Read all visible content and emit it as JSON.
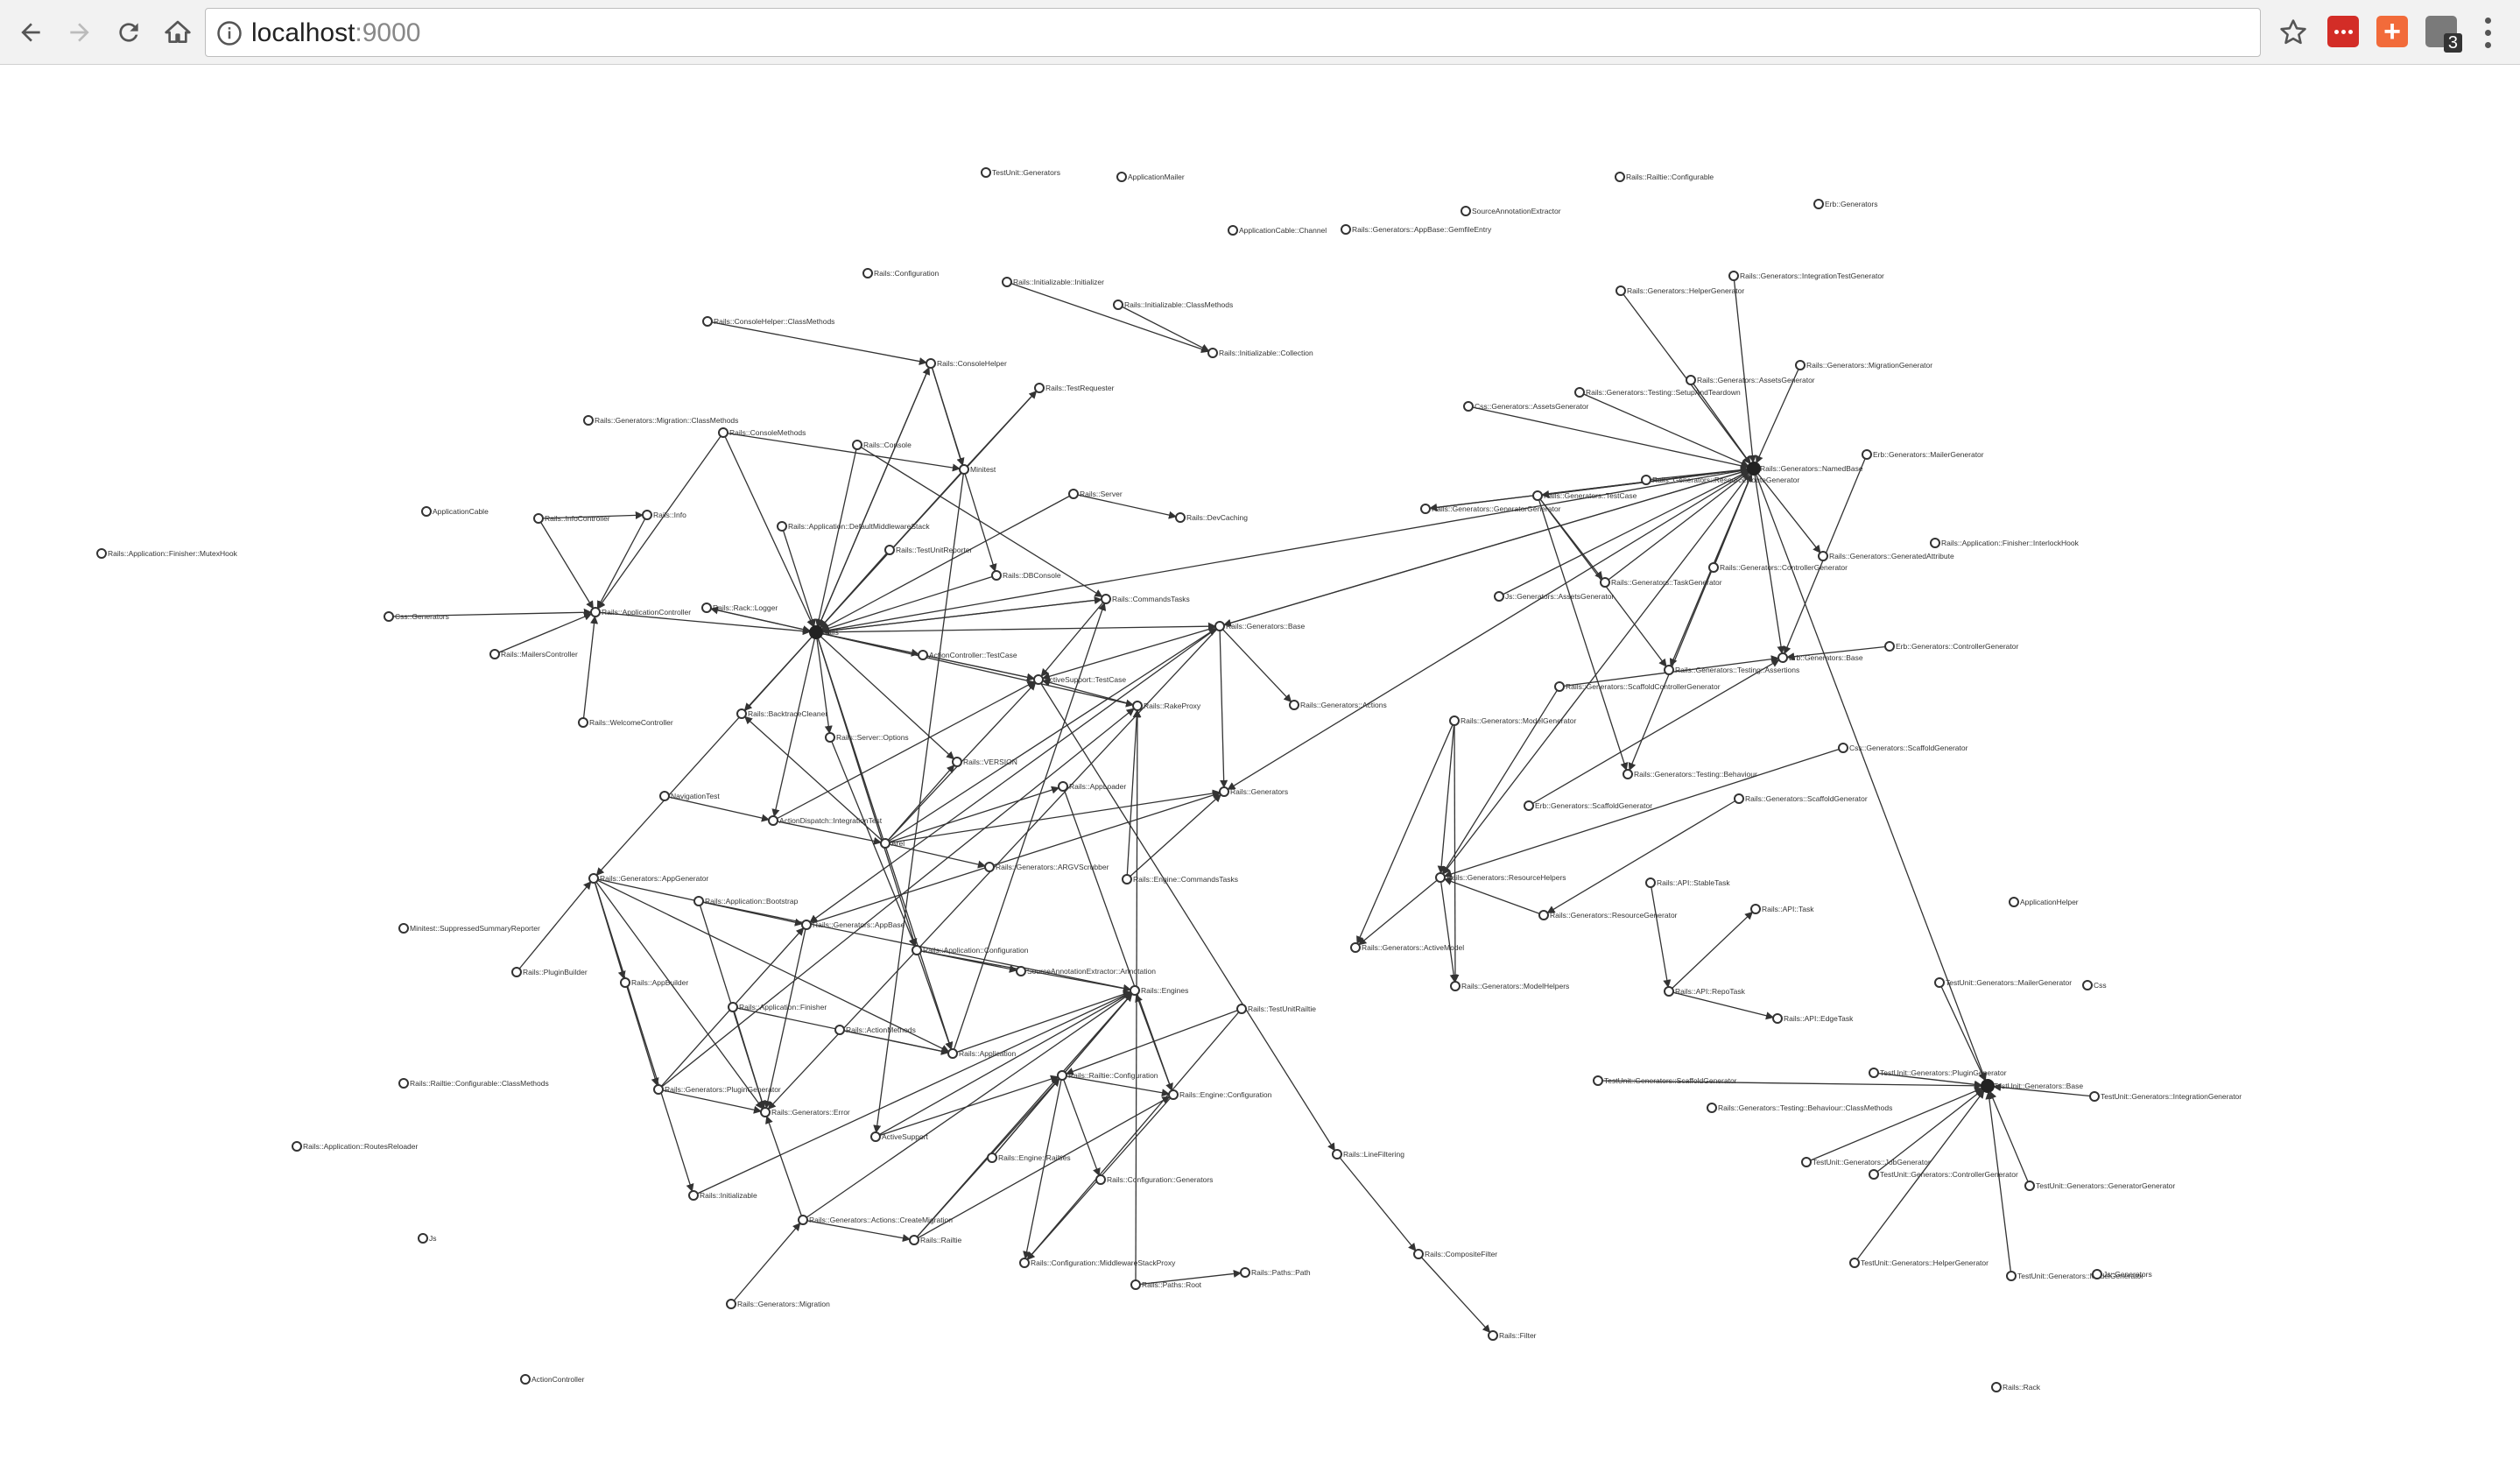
{
  "browser": {
    "url_host": "localhost",
    "url_port": ":9000",
    "extension_badge_count": "3",
    "icons": {
      "back": "arrow-left-icon",
      "forward": "arrow-right-icon",
      "reload": "reload-icon",
      "home": "home-icon",
      "info": "info-icon",
      "bookmark": "star-icon",
      "menu": "three-dots-vertical-icon"
    }
  },
  "graph": {
    "nodes": [
      {
        "id": "n1",
        "label": "TestUnit::Generators"
      },
      {
        "id": "n2",
        "label": "ApplicationMailer"
      },
      {
        "id": "n3",
        "label": "Rails::Railtie::Configurable"
      },
      {
        "id": "n4",
        "label": "SourceAnnotationExtractor"
      },
      {
        "id": "n5",
        "label": "Erb::Generators"
      },
      {
        "id": "n6",
        "label": "ApplicationCable::Channel"
      },
      {
        "id": "n7",
        "label": "Rails::Generators::AppBase::GemfileEntry"
      },
      {
        "id": "n8",
        "label": "Rails::Configuration"
      },
      {
        "id": "n9",
        "label": "Rails::Initializable::Initializer"
      },
      {
        "id": "n10",
        "label": "Rails::Initializable::ClassMethods"
      },
      {
        "id": "n11",
        "label": "Rails::Initializable::Collection"
      },
      {
        "id": "n12",
        "label": "Rails::ConsoleHelper::ClassMethods"
      },
      {
        "id": "n13",
        "label": "Rails::Generators::IntegrationTestGenerator"
      },
      {
        "id": "n14",
        "label": "Rails::Generators::HelperGenerator"
      },
      {
        "id": "n15",
        "label": "Rails::ConsoleHelper"
      },
      {
        "id": "n16",
        "label": "Rails::TestRequester"
      },
      {
        "id": "n17",
        "label": "Rails::Generators::Testing::SetupAndTeardown"
      },
      {
        "id": "n18",
        "label": "Rails::Generators::AssetsGenerator"
      },
      {
        "id": "n19",
        "label": "Rails::Generators::MigrationGenerator"
      },
      {
        "id": "n20",
        "label": "Css::Generators::AssetsGenerator"
      },
      {
        "id": "n21",
        "label": "Rails::Generators::Migration::ClassMethods"
      },
      {
        "id": "n22",
        "label": "Rails::ConsoleMethods"
      },
      {
        "id": "n23",
        "label": "Rails::Console"
      },
      {
        "id": "n24",
        "label": "Minitest"
      },
      {
        "id": "n25",
        "label": "Rails::Generators::NamedBase"
      },
      {
        "id": "n26",
        "label": "Erb::Generators::MailerGenerator"
      },
      {
        "id": "n27",
        "label": "Rails::Generators::ResourceRouteGenerator"
      },
      {
        "id": "n28",
        "label": "Rails::Generators::TestCase"
      },
      {
        "id": "n29",
        "label": "Rails::Server"
      },
      {
        "id": "n30",
        "label": "Rails::DevCaching"
      },
      {
        "id": "n31",
        "label": "Rails::Generators::GeneratorGenerator"
      },
      {
        "id": "n32",
        "label": "ApplicationCable"
      },
      {
        "id": "n33",
        "label": "Rails::InfoController"
      },
      {
        "id": "n34",
        "label": "Rails::Info"
      },
      {
        "id": "n35",
        "label": "Rails::Application::DefaultMiddlewareStack"
      },
      {
        "id": "n36",
        "label": "Rails::Application::Finisher::InterlockHook"
      },
      {
        "id": "n37",
        "label": "Rails::Application::Finisher::MutexHook"
      },
      {
        "id": "n38",
        "label": "Rails::TestUnitReporter"
      },
      {
        "id": "n39",
        "label": "Rails::Generators::GeneratedAttribute"
      },
      {
        "id": "n40",
        "label": "Rails::DBConsole"
      },
      {
        "id": "n41",
        "label": "Rails::Generators::ControllerGenerator"
      },
      {
        "id": "n42",
        "label": "Rails::Generators::TaskGenerator"
      },
      {
        "id": "n43",
        "label": "Js::Generators::AssetsGenerator"
      },
      {
        "id": "n44",
        "label": "Rails::CommandsTasks"
      },
      {
        "id": "n45",
        "label": "Rails::Rack::Logger"
      },
      {
        "id": "n46",
        "label": "Rails::ApplicationController"
      },
      {
        "id": "n47",
        "label": "Css::Generators"
      },
      {
        "id": "n48",
        "label": "Rails"
      },
      {
        "id": "n49",
        "label": "Rails::Generators::Base"
      },
      {
        "id": "n50",
        "label": "Erb::Generators::ControllerGenerator"
      },
      {
        "id": "n51",
        "label": "Rails::MailersController"
      },
      {
        "id": "n52",
        "label": "ActionController::TestCase"
      },
      {
        "id": "n53",
        "label": "Erb::Generators::Base"
      },
      {
        "id": "n54",
        "label": "Rails::Generators::Testing::Assertions"
      },
      {
        "id": "n55",
        "label": "ActiveSupport::TestCase"
      },
      {
        "id": "n56",
        "label": "Rails::Generators::ScaffoldControllerGenerator"
      },
      {
        "id": "n57",
        "label": "Rails::Generators::Actions"
      },
      {
        "id": "n58",
        "label": "Rails::RakeProxy"
      },
      {
        "id": "n59",
        "label": "Rails::BacktraceCleaner"
      },
      {
        "id": "n60",
        "label": "Rails::WelcomeController"
      },
      {
        "id": "n61",
        "label": "Rails::Generators::ModelGenerator"
      },
      {
        "id": "n62",
        "label": "Rails::Server::Options"
      },
      {
        "id": "n63",
        "label": "Css::Generators::ScaffoldGenerator"
      },
      {
        "id": "n64",
        "label": "Rails::VERSION"
      },
      {
        "id": "n65",
        "label": "Rails::Generators::Testing::Behaviour"
      },
      {
        "id": "n66",
        "label": "Rails::AppLoader"
      },
      {
        "id": "n67",
        "label": "Rails::Generators"
      },
      {
        "id": "n68",
        "label": "NavigationTest"
      },
      {
        "id": "n69",
        "label": "Rails::Generators::ScaffoldGenerator"
      },
      {
        "id": "n70",
        "label": "Erb::Generators::ScaffoldGenerator"
      },
      {
        "id": "n71",
        "label": "ActionDispatch::IntegrationTest"
      },
      {
        "id": "n72",
        "label": "Arel"
      },
      {
        "id": "n73",
        "label": "Rails::Generators::AppGenerator"
      },
      {
        "id": "n74",
        "label": "Rails::Generators::ARGVScrubber"
      },
      {
        "id": "n75",
        "label": "Rails::Engine::CommandsTasks"
      },
      {
        "id": "n76",
        "label": "Rails::Generators::ResourceHelpers"
      },
      {
        "id": "n77",
        "label": "Rails::API::StableTask"
      },
      {
        "id": "n78",
        "label": "Rails::Application::Bootstrap"
      },
      {
        "id": "n79",
        "label": "Rails::API::Task"
      },
      {
        "id": "n80",
        "label": "ApplicationHelper"
      },
      {
        "id": "n81",
        "label": "Rails::Generators::ResourceGenerator"
      },
      {
        "id": "n82",
        "label": "Minitest::SuppressedSummaryReporter"
      },
      {
        "id": "n83",
        "label": "Rails::Generators::AppBase"
      },
      {
        "id": "n84",
        "label": "Rails::Generators::ActiveModel"
      },
      {
        "id": "n85",
        "label": "Rails::Application::Configuration"
      },
      {
        "id": "n86",
        "label": "Rails::PluginBuilder"
      },
      {
        "id": "n87",
        "label": "Rails::AppBuilder"
      },
      {
        "id": "n88",
        "label": "SourceAnnotationExtractor::Annotation"
      },
      {
        "id": "n89",
        "label": "Rails::Generators::ModelHelpers"
      },
      {
        "id": "n90",
        "label": "TestUnit::Generators::MailerGenerator"
      },
      {
        "id": "n91",
        "label": "Css"
      },
      {
        "id": "n92",
        "label": "Rails::API::RepoTask"
      },
      {
        "id": "n93",
        "label": "Rails::Engines"
      },
      {
        "id": "n94",
        "label": "Rails::TestUnitRailtie"
      },
      {
        "id": "n95",
        "label": "Rails::Application::Finisher"
      },
      {
        "id": "n96",
        "label": "Rails::API::EdgeTask"
      },
      {
        "id": "n97",
        "label": "Rails::ActionMethods"
      },
      {
        "id": "n98",
        "label": "Rails::Application"
      },
      {
        "id": "n99",
        "label": "TestUnit::Generators::PluginGenerator"
      },
      {
        "id": "n100",
        "label": "Rails::Railtie::Configuration"
      },
      {
        "id": "n101",
        "label": "TestUnit::Generators::ScaffoldGenerator"
      },
      {
        "id": "n102",
        "label": "TestUnit::Generators::Base"
      },
      {
        "id": "n103",
        "label": "Rails::Railtie::Configurable::ClassMethods"
      },
      {
        "id": "n104",
        "label": "Rails::Generators::PluginGenerator"
      },
      {
        "id": "n105",
        "label": "Rails::Engine::Configuration"
      },
      {
        "id": "n106",
        "label": "TestUnit::Generators::IntegrationGenerator"
      },
      {
        "id": "n107",
        "label": "Rails::Generators::Testing::Behaviour::ClassMethods"
      },
      {
        "id": "n108",
        "label": "Rails::Generators::Error"
      },
      {
        "id": "n109",
        "label": "ActiveSupport"
      },
      {
        "id": "n110",
        "label": "Rails::Application::RoutesReloader"
      },
      {
        "id": "n111",
        "label": "Rails::LineFiltering"
      },
      {
        "id": "n112",
        "label": "Rails::Engine::Railties"
      },
      {
        "id": "n113",
        "label": "TestUnit::Generators::JobGenerator"
      },
      {
        "id": "n114",
        "label": "Rails::Configuration::Generators"
      },
      {
        "id": "n115",
        "label": "TestUnit::Generators::ControllerGenerator"
      },
      {
        "id": "n116",
        "label": "TestUnit::Generators::GeneratorGenerator"
      },
      {
        "id": "n117",
        "label": "Rails::Initializable"
      },
      {
        "id": "n118",
        "label": "Rails::Generators::Actions::CreateMigration"
      },
      {
        "id": "n119",
        "label": "Js"
      },
      {
        "id": "n120",
        "label": "Rails::Railtie"
      },
      {
        "id": "n121",
        "label": "Rails::CompositeFilter"
      },
      {
        "id": "n122",
        "label": "Rails::Configuration::MiddlewareStackProxy"
      },
      {
        "id": "n123",
        "label": "TestUnit::Generators::HelperGenerator"
      },
      {
        "id": "n124",
        "label": "Rails::Paths::Path"
      },
      {
        "id": "n125",
        "label": "Rails::Paths::Root"
      },
      {
        "id": "n126",
        "label": "TestUnit::Generators::ModelGenerator"
      },
      {
        "id": "n127",
        "label": "Js::Generators"
      },
      {
        "id": "n128",
        "label": "Rails::Generators::Migration"
      },
      {
        "id": "n129",
        "label": "Rails::Filter"
      },
      {
        "id": "n130",
        "label": "ActionController"
      },
      {
        "id": "n131",
        "label": "Rails::Rack"
      }
    ]
  }
}
